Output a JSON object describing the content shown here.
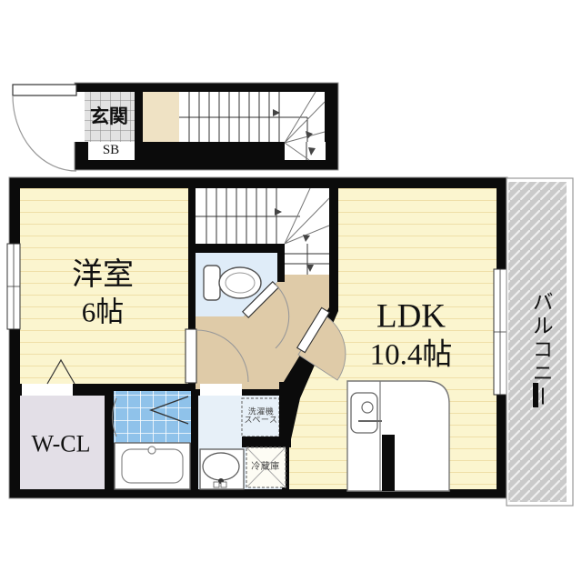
{
  "plan": {
    "rooms": [
      {
        "id": "entrance",
        "label": "玄関"
      },
      {
        "id": "shoe_box",
        "label": "SB"
      },
      {
        "id": "western_room",
        "label": "洋室",
        "size": "6帖"
      },
      {
        "id": "ldk",
        "label": "LDK",
        "size": "10.4帖"
      },
      {
        "id": "walk_in_closet",
        "label": "W-CL"
      },
      {
        "id": "balcony",
        "label": "バルコニー"
      }
    ],
    "fixtures": [
      {
        "id": "washer_space",
        "label_line1": "洗濯機",
        "label_line2": "スペース"
      },
      {
        "id": "refrigerator",
        "label": "冷蔵庫"
      }
    ],
    "colors": {
      "wall": "#0b0b0b",
      "floor_yellow": "#fbf5cf",
      "floor_line": "#efdfa8",
      "hallway_beige": "#dfcba8",
      "landing_beige": "#efe2c4",
      "water_blue": "#e0ecf8",
      "powder_blue": "#e7f0f8",
      "bath_tile_blue": "#8fc2ea",
      "closet_lavender": "#e3dfe7",
      "balcony_gray": "#cacaca",
      "entrance_tile_gray": "#e2e2e2"
    }
  }
}
